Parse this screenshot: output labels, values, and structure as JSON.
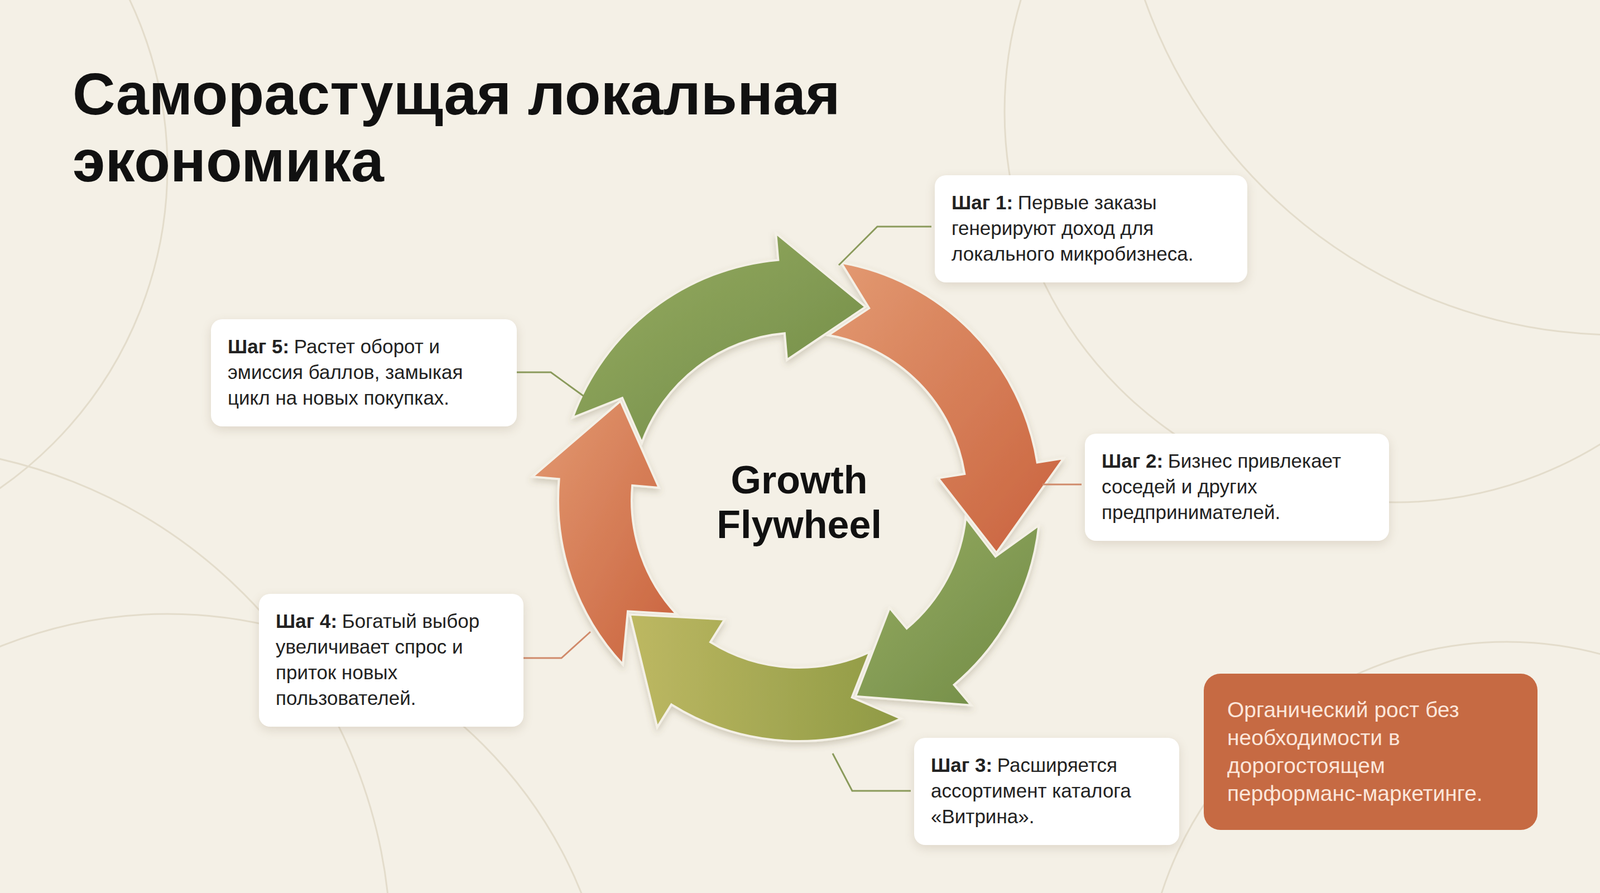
{
  "diagram": {
    "title": "Саморастущая локальная экономика",
    "nodes": [
      {
        "text": [
          "Шаг 1:",
          "Первые заказы генерируют доход для локального микробизнеса."
        ]
      },
      {
        "text": [
          "Шаг 2:",
          "Бизнес привлекает соседей и других предпринимателей."
        ]
      },
      {
        "text": [
          "Шаг 3:",
          "Расширяется ассортимент каталога «Витрина»."
        ]
      },
      {
        "text": [
          "Шаг 4:",
          "Богатый выбор увеличивает спрос и приток новых пользователей."
        ]
      },
      {
        "text": [
          "Шаг 5:",
          "Растет оборот и эмиссия баллов, замыкая цикл на новых покупках."
        ]
      },
      {
        "text": [
          "Органический рост без необходимости в дорогостоящем перформанс-маркетинге."
        ]
      }
    ],
    "labels": [
      "Growth Flywheel"
    ]
  }
}
